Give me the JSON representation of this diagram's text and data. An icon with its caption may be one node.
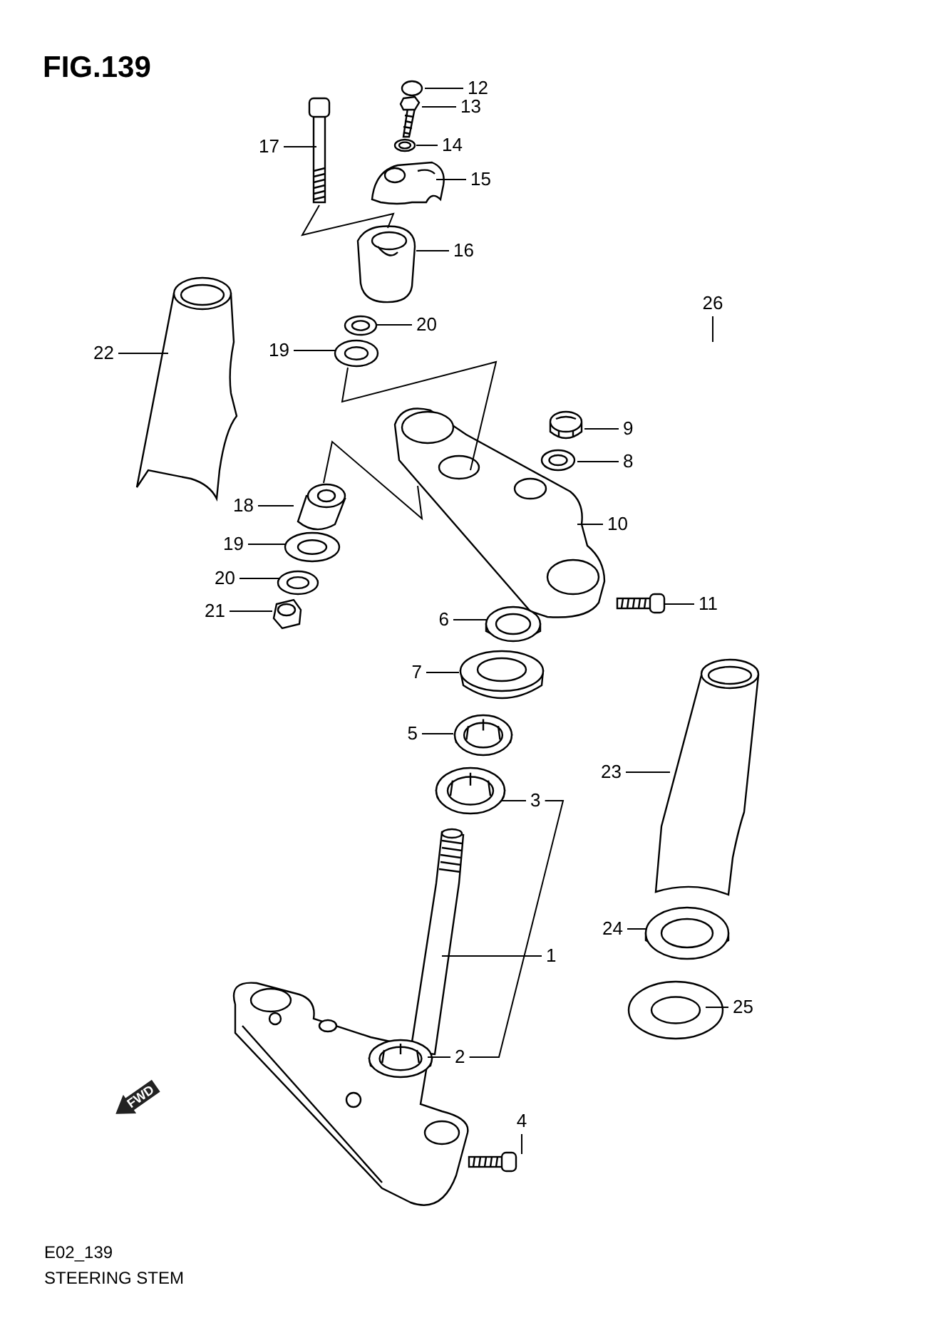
{
  "diagram": {
    "title": "FIG.139",
    "nodes": [
      {
        "text": [
          "12"
        ]
      },
      {
        "text": [
          "13"
        ]
      },
      {
        "text": [
          "17"
        ]
      },
      {
        "text": [
          "14"
        ]
      },
      {
        "text": [
          "15"
        ]
      },
      {
        "text": [
          "16"
        ]
      },
      {
        "text": [
          "20"
        ]
      },
      {
        "text": [
          "19"
        ]
      },
      {
        "text": [
          "22"
        ]
      },
      {
        "text": [
          "26"
        ]
      },
      {
        "text": [
          "9"
        ]
      },
      {
        "text": [
          "8"
        ]
      },
      {
        "text": [
          "10"
        ]
      },
      {
        "text": [
          "18"
        ]
      },
      {
        "text": [
          "19"
        ]
      },
      {
        "text": [
          "20"
        ]
      },
      {
        "text": [
          "11"
        ]
      },
      {
        "text": [
          "21"
        ]
      },
      {
        "text": [
          "6"
        ]
      },
      {
        "text": [
          "7"
        ]
      },
      {
        "text": [
          "5"
        ]
      },
      {
        "text": [
          "3"
        ]
      },
      {
        "text": [
          "23"
        ]
      },
      {
        "text": [
          "24"
        ]
      },
      {
        "text": [
          "1"
        ]
      },
      {
        "text": [
          "25"
        ]
      },
      {
        "text": [
          "2"
        ]
      },
      {
        "text": [
          "4"
        ]
      },
      {
        "text": [],
        "shape": "circle"
      },
      {
        "text": [],
        "shape": "picture"
      },
      {
        "text": [],
        "shape": "picture"
      },
      {
        "text": [],
        "shape": "picture"
      },
      {
        "text": [],
        "shape": "picture"
      },
      {
        "text": [],
        "shape": "picture"
      },
      {
        "text": [],
        "shape": "picture"
      },
      {
        "text": [],
        "shape": "picture"
      },
      {
        "text": [],
        "shape": "picture"
      },
      {
        "text": [],
        "shape": "picture"
      },
      {
        "text": [],
        "shape": "picture"
      },
      {
        "text": [],
        "shape": "picture"
      },
      {
        "text": [],
        "shape": "picture"
      },
      {
        "text": [],
        "shape": "picture"
      },
      {
        "text": [],
        "shape": "picture"
      },
      {
        "text": [],
        "shape": "picture"
      },
      {
        "text": [],
        "shape": "picture"
      },
      {
        "text": [],
        "shape": "picture"
      },
      {
        "text": [],
        "shape": "picture"
      },
      {
        "text": [],
        "shape": "picture"
      },
      {
        "text": [],
        "shape": "picture"
      },
      {
        "text": [],
        "shape": "picture"
      },
      {
        "text": [],
        "shape": "picture"
      },
      {
        "text": [],
        "shape": "picture"
      },
      {
        "text": [],
        "shape": "picture"
      },
      {
        "text": [],
        "shape": "picture",
        "in": 51
      },
      {
        "text": [],
        "shape": "picture"
      }
    ],
    "edges": [
      {
        "from": 0,
        "to": 28,
        "arrow": "none"
      },
      {
        "from": 1,
        "to": 29,
        "arrow": "none"
      },
      {
        "from": 2,
        "to": 30,
        "arrow": "none"
      },
      {
        "from": 3,
        "to": 31,
        "arrow": "none"
      },
      {
        "from": 4,
        "to": 32,
        "arrow": "none"
      },
      {
        "from": 5,
        "to": 33,
        "arrow": "none"
      },
      {
        "from": 6,
        "to": 34,
        "arrow": "none"
      },
      {
        "from": 7,
        "to": 35,
        "arrow": "none"
      },
      {
        "from": 8,
        "to": 36,
        "arrow": "none"
      },
      {
        "from": 9,
        "to": null,
        "arrow": "none"
      },
      {
        "from": 10,
        "to": 37,
        "arrow": "none"
      },
      {
        "from": 11,
        "to": 38,
        "arrow": "none"
      },
      {
        "from": 12,
        "to": 39,
        "arrow": "none"
      },
      {
        "from": 13,
        "to": 40,
        "arrow": "none"
      },
      {
        "from": 14,
        "to": 41,
        "arrow": "none"
      },
      {
        "from": 15,
        "to": 42,
        "arrow": "none"
      },
      {
        "from": 16,
        "to": 43,
        "arrow": "none"
      },
      {
        "from": 17,
        "to": 44,
        "arrow": "none"
      },
      {
        "from": 18,
        "to": 45,
        "arrow": "none"
      },
      {
        "from": 19,
        "to": 46,
        "arrow": "none"
      },
      {
        "from": 20,
        "to": 47,
        "arrow": "none"
      },
      {
        "from": 21,
        "to": 48,
        "arrow": "none"
      },
      {
        "from": 22,
        "to": 49,
        "arrow": "none"
      },
      {
        "from": 23,
        "to": 50,
        "arrow": "none"
      },
      {
        "from": 24,
        "to": 51,
        "arrow": "none"
      },
      {
        "from": 25,
        "to": 52,
        "arrow": "none"
      },
      {
        "from": 26,
        "to": 53,
        "arrow": "none"
      },
      {
        "from": 27,
        "to": 54,
        "arrow": "none"
      },
      {
        "from": 21,
        "to": 26,
        "arrow": "none"
      },
      {
        "from": 30,
        "to": 33,
        "arrow": "none"
      },
      {
        "from": 35,
        "to": 39,
        "arrow": "none"
      },
      {
        "from": 40,
        "to": 39,
        "arrow": "none"
      }
    ],
    "labels": [
      "FWD",
      "E02_139",
      "STEERING STEM"
    ]
  }
}
